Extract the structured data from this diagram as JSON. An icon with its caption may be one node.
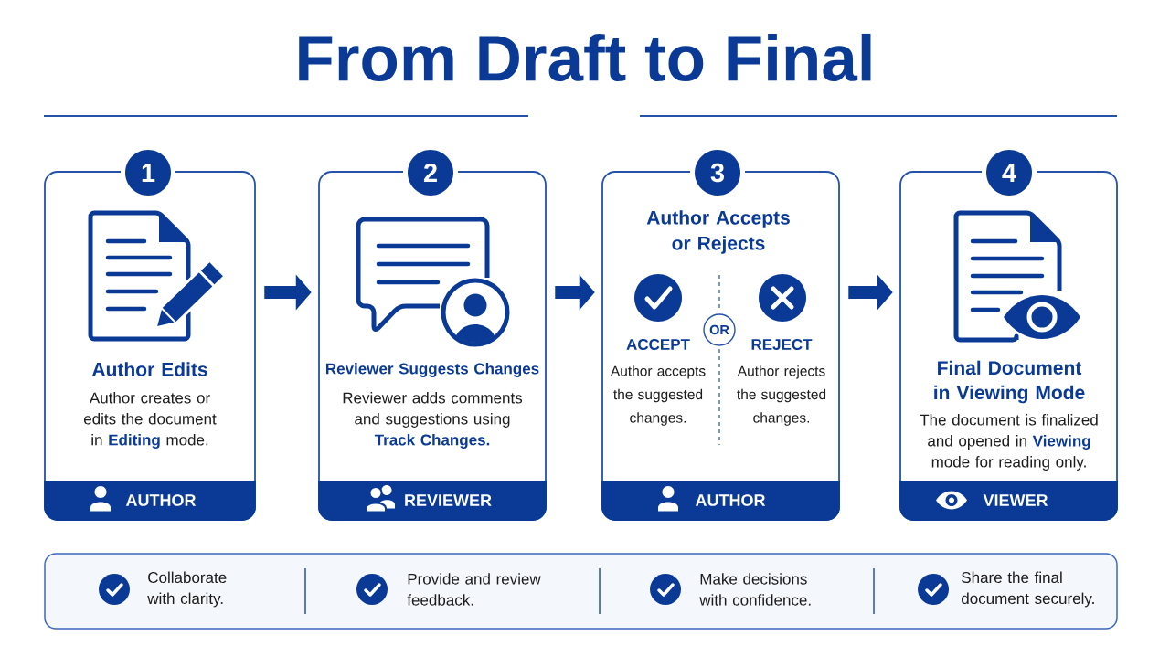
{
  "diagram": {
    "title": "From Draft to Final",
    "nodes": [
      {
        "text": [
          "1"
        ]
      },
      {
        "text": [
          "Author Edits",
          "Author creates or edits the document in **Editing** mode."
        ]
      },
      {
        "text": [
          "AUTHOR"
        ],
        "in": 1
      },
      {
        "text": [
          "2"
        ]
      },
      {
        "text": [
          "Reviewer Suggests Changes",
          "Reviewer adds comments and suggestions using **Track Changes.**"
        ]
      },
      {
        "text": [
          "REVIEWER"
        ],
        "in": 4
      },
      {
        "text": [
          "3"
        ]
      },
      {
        "text": [
          "Author Accepts or Rejects",
          "ACCEPT",
          "Author accepts the suggested changes.",
          "REJECT",
          "Author rejects the suggested changes."
        ]
      },
      {
        "text": [
          "OR"
        ],
        "in": 7
      },
      {
        "text": [
          "AUTHOR"
        ],
        "in": 7
      },
      {
        "text": [
          "4"
        ]
      },
      {
        "text": [
          "Final Document in Viewing Mode",
          "The document is finalized and opened in **Viewing** mode for reading only."
        ]
      },
      {
        "text": [
          "VIEWER"
        ],
        "in": 11
      },
      {
        "text": [
          "Collaborate with clarity.",
          "Provide and review feedback.",
          "Make decisions with confidence.",
          "Share the final document securely."
        ]
      }
    ],
    "edges": [
      {
        "from": 1,
        "to": 4,
        "arrow": "to"
      },
      {
        "from": 4,
        "to": 7,
        "arrow": "to"
      },
      {
        "from": 7,
        "to": 11,
        "arrow": "to"
      }
    ]
  }
}
